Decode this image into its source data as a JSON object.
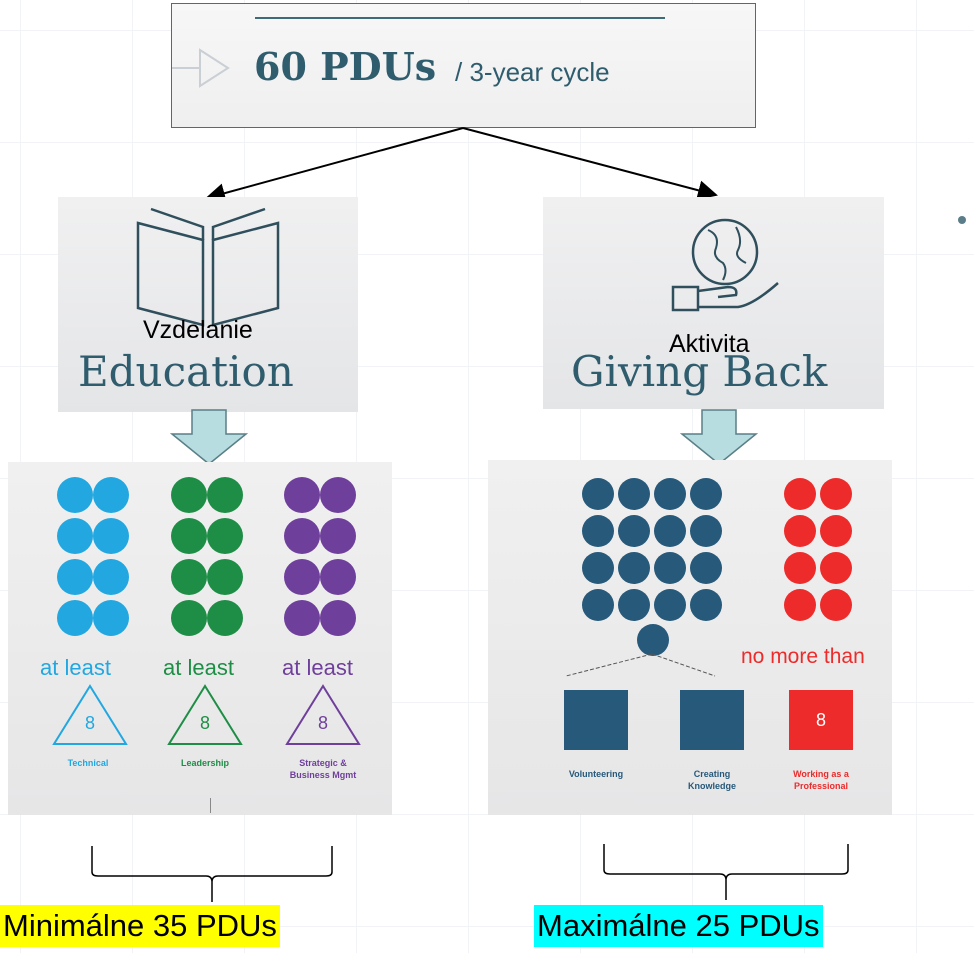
{
  "header": {
    "main": "60 PDUs",
    "sub": "/ 3-year cycle"
  },
  "education": {
    "label_sk": "Vzdelanie",
    "title": "Education",
    "at_least": [
      "at least",
      "at least",
      "at least"
    ],
    "numbers": [
      "8",
      "8",
      "8"
    ],
    "categories": [
      [
        "Technical"
      ],
      [
        "Leadership"
      ],
      [
        "Strategic &",
        "Business Mgmt"
      ]
    ],
    "colors": [
      "#22a7e0",
      "#1e8e46",
      "#6f3f9c"
    ]
  },
  "giving_back": {
    "label_sk": "Aktivita",
    "title": "Giving Back",
    "no_more_than": "no more than",
    "square_number": "8",
    "categories": [
      [
        "Volunteering"
      ],
      [
        "Creating",
        "Knowledge"
      ],
      [
        "Working as a",
        "Professional"
      ]
    ],
    "colors": [
      "#27597a",
      "#ee2b2b"
    ]
  },
  "footer": {
    "left": "Minimálne 35 PDUs",
    "right": "Maximálne 25 PDUs",
    "left_highlight": "#ffff00",
    "right_highlight": "#00ffff"
  },
  "icons": [
    "play-arrow-icon",
    "book-icon",
    "globe-hand-icon",
    "down-arrow-icon",
    "brace-icon"
  ]
}
